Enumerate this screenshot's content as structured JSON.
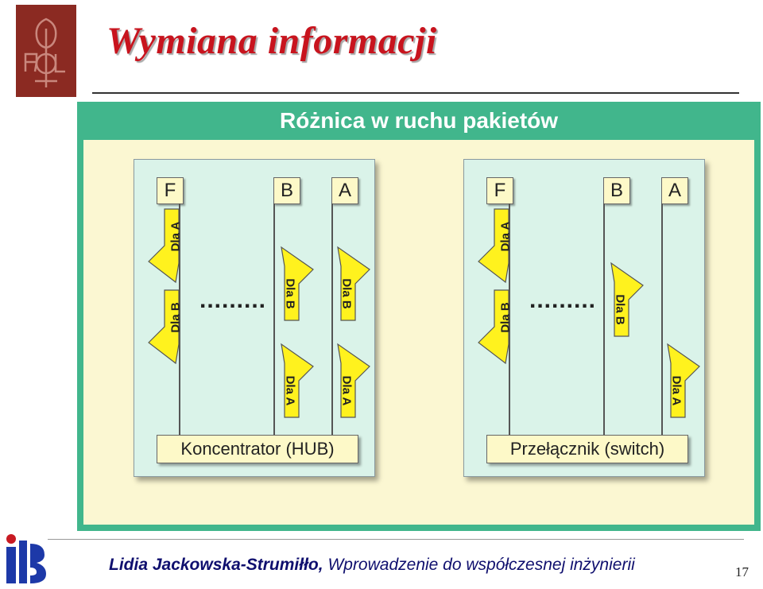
{
  "slide": {
    "title": "Wymiana informacji",
    "page_number": "17"
  },
  "footer": {
    "author": "Lidia Jackowska-Strumiłło,",
    "course": "Wprowadzenie do współczesnej inżynierii"
  },
  "logos": {
    "top_icon": "university-crest-icon",
    "bottom_icon": "iis-logo-icon"
  },
  "figure": {
    "title": "Różnica w ruchu pakietów",
    "colors": {
      "header": "#41b68c",
      "background": "#fbf7d2",
      "panel": "#daf3e9",
      "box": "#fdf9c8",
      "packet": "#fff21e"
    },
    "panels": [
      {
        "device": "Koncentrator (HUB)",
        "stations": [
          "F",
          "B",
          "A"
        ],
        "dots": ".........",
        "packets": [
          {
            "station": "F",
            "label": "Dla A",
            "direction": "up"
          },
          {
            "station": "F",
            "label": "Dla B",
            "direction": "up"
          },
          {
            "station": "B",
            "label": "Dla B",
            "direction": "down"
          },
          {
            "station": "B",
            "label": "Dla A",
            "direction": "down"
          },
          {
            "station": "A",
            "label": "Dla B",
            "direction": "down"
          },
          {
            "station": "A",
            "label": "Dla A",
            "direction": "down"
          }
        ]
      },
      {
        "device": "Przełącznik (switch)",
        "stations": [
          "F",
          "B",
          "A"
        ],
        "dots": ".........",
        "packets": [
          {
            "station": "F",
            "label": "Dla A",
            "direction": "up"
          },
          {
            "station": "F",
            "label": "Dla B",
            "direction": "up"
          },
          {
            "station": "B",
            "label": "Dla B",
            "direction": "down"
          },
          {
            "station": "A",
            "label": "Dla A",
            "direction": "down"
          }
        ]
      }
    ]
  }
}
